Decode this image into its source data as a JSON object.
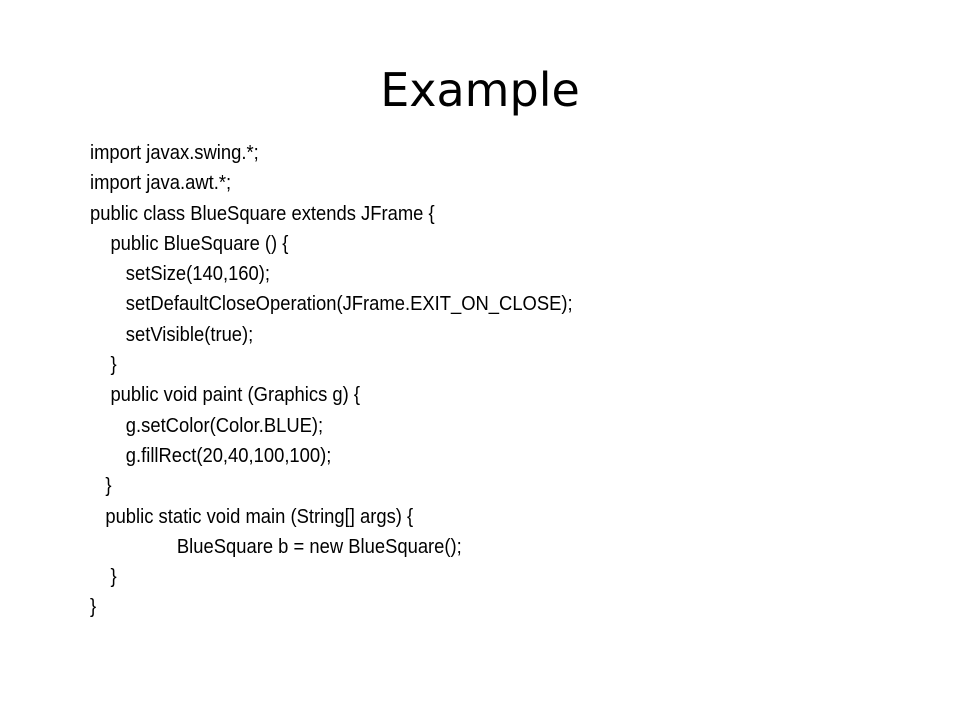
{
  "slide": {
    "title": "Example",
    "code_lines": [
      "import javax.swing.*;",
      "import java.awt.*;",
      "public class BlueSquare extends JFrame {",
      "    public BlueSquare () {",
      "       setSize(140,160);",
      "       setDefaultCloseOperation(JFrame.EXIT_ON_CLOSE);",
      "       setVisible(true);",
      "    }",
      "    public void paint (Graphics g) {",
      "       g.setColor(Color.BLUE);",
      "       g.fillRect(20,40,100,100);",
      "   }",
      "   public static void main (String[] args) {",
      "                 BlueSquare b = new BlueSquare();",
      "    }",
      "}"
    ]
  }
}
